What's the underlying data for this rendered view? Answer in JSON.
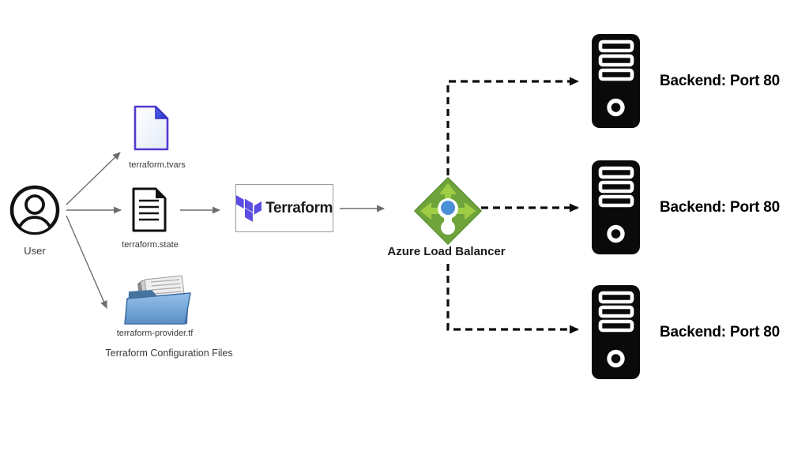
{
  "user": {
    "label": "User"
  },
  "files": {
    "tvars": {
      "label": "terraform.tvars"
    },
    "state": {
      "label": "terraform.state"
    },
    "provider": {
      "label": "terraform-provider.tf"
    },
    "group_label": "Terraform Configuration Files"
  },
  "terraform": {
    "label": "Terraform"
  },
  "load_balancer": {
    "label": "Azure Load Balancer"
  },
  "backends": [
    {
      "label": "Backend: Port 80"
    },
    {
      "label": "Backend: Port 80"
    },
    {
      "label": "Backend: Port 80"
    }
  ],
  "colors": {
    "terraform_purple": "#5C4EE5",
    "lb_green": "#6FA43C",
    "lb_arrow_green": "#9FCE45",
    "lb_dot_blue": "#4A90D9",
    "folder_blue": "#6FA8DC",
    "server_black": "#0A0A0A",
    "connector_gray": "#6e6e6e",
    "dash_black": "#0d0d0d"
  }
}
